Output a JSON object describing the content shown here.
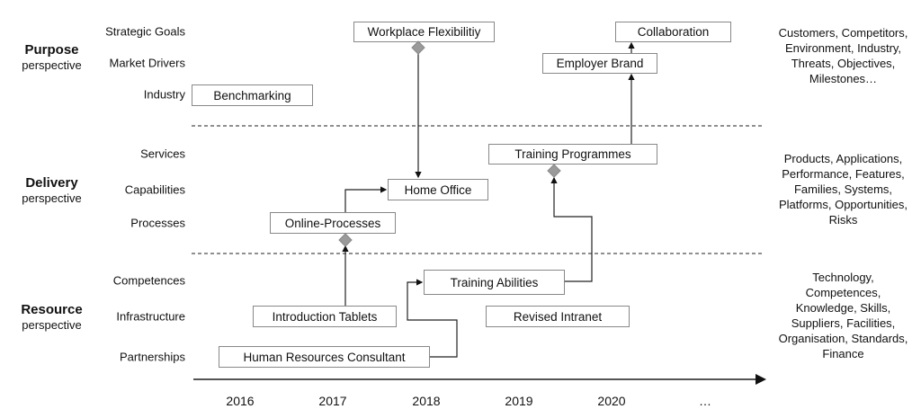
{
  "perspectives": [
    {
      "title": "Purpose",
      "sub": "perspective",
      "rows": [
        "Strategic Goals",
        "Market Drivers",
        "Industry"
      ],
      "description": "Customers, Competitors, Environment, Industry, Threats, Objectives, Milestones…"
    },
    {
      "title": "Delivery",
      "sub": "perspective",
      "rows": [
        "Services",
        "Capabilities",
        "Processes"
      ],
      "description": "Products, Applications, Performance, Features, Families, Systems, Platforms, Opportunities, Risks"
    },
    {
      "title": "Resource",
      "sub": "perspective",
      "rows": [
        "Competences",
        "Infrastructure",
        "Partnerships"
      ],
      "description": "Technology, Competences, Knowledge, Skills, Suppliers, Facilities, Organisation, Standards, Finance"
    }
  ],
  "boxes": {
    "workplace": "Workplace Flexibilitiy",
    "collaboration": "Collaboration",
    "employer": "Employer Brand",
    "benchmarking": "Benchmarking",
    "training_prog": "Training Programmes",
    "home_office": "Home Office",
    "online": "Online-Processes",
    "training_ab": "Training Abilities",
    "tablets": "Introduction Tablets",
    "intranet": "Revised Intranet",
    "hr": "Human Resources Consultant"
  },
  "timeline": [
    "2016",
    "2017",
    "2018",
    "2019",
    "2020",
    "…"
  ]
}
